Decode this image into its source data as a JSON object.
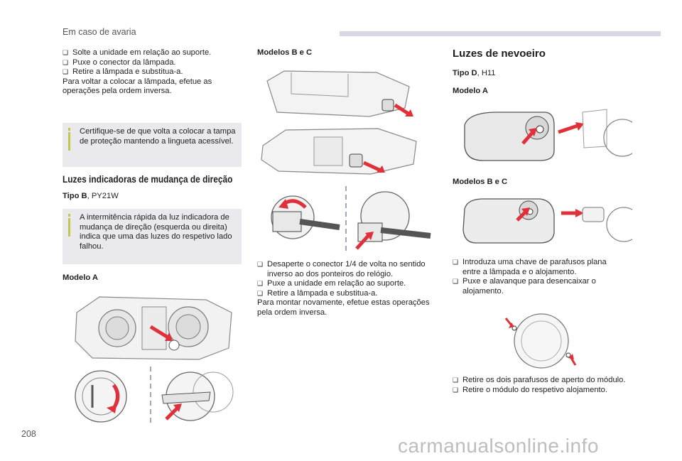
{
  "header": {
    "title": "Em caso de avaria"
  },
  "page_number": "208",
  "watermark": "carmanualsonline.info",
  "left_column": {
    "steps": [
      "Solte a unidade em relação ao suporte.",
      "Puxe o conector da lâmpada.",
      "Retire a lâmpada e substitua-a."
    ],
    "paragraph": "Para voltar a colocar a lâmpada, efetue as operações pela ordem inversa.",
    "note1": "Certifique-se de que volta a colocar a tampa de proteção mantendo a lingueta acessível.",
    "section_title": "Luzes indicadoras de mudança de direção",
    "type_label": "Tipo B",
    "type_value": ", PY21W",
    "note2": "A intermitência rápida da luz indicadora de mudança de direção (esquerda ou direita) indica que uma das luzes do respetivo lado falhou.",
    "model_label": "Modelo A"
  },
  "middle_column": {
    "model_label": "Modelos B e C",
    "steps": [
      "Desaperte o conector 1/4 de volta no sentido inverso ao dos ponteiros do relógio.",
      "Puxe a unidade em relação ao suporte.",
      "Retire a lâmpada e substitua-a."
    ],
    "paragraph": "Para montar novamente, efetue estas operações pela ordem inversa."
  },
  "right_column": {
    "section_title": "Luzes de nevoeiro",
    "type_label": "Tipo D",
    "type_value": ", H11",
    "model_a_label": "Modelo A",
    "model_bc_label": "Modelos B e C",
    "steps1": [
      "Introduza uma chave de parafusos plana entre a lâmpada e o alojamento.",
      "Puxe e alavanque para desencaixar o alojamento."
    ],
    "steps2": [
      "Retire os dois parafusos de aperto do módulo.",
      "Retire o módulo do respetivo alojamento."
    ]
  },
  "colors": {
    "accent_bar": "#d6d8e4",
    "note_bg": "#e9e9ee",
    "note_marker": "#c4c94a",
    "arrow": "#e0303a"
  },
  "icons": {
    "bullet": "check-box-bullet-icon",
    "info": "info-marker-icon"
  }
}
